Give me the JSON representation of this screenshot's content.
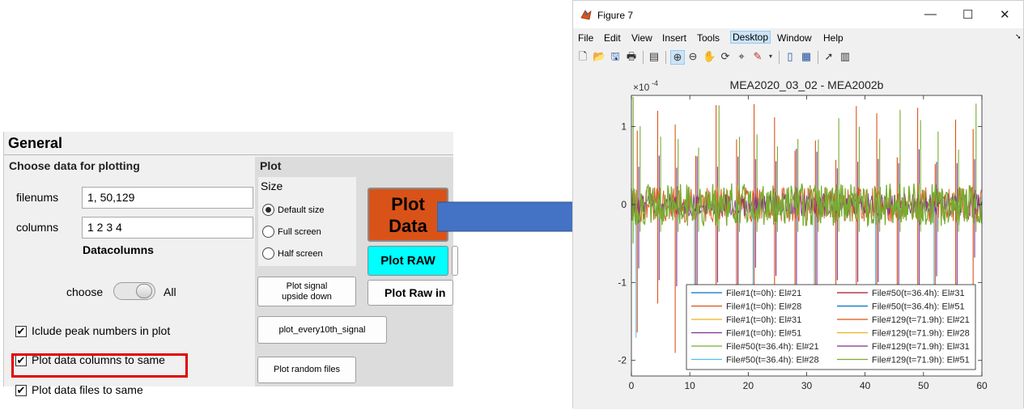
{
  "left_panel": {
    "title": "General",
    "choose_section": {
      "title": "Choose data for plotting",
      "filenums_label": "filenums",
      "filenums_value": "1, 50,129",
      "columns_label": "columns",
      "columns_value": "1  2  3  4",
      "datacolumns_label": "Datacolumns",
      "toggle_left": "choose",
      "toggle_right": "All",
      "checkboxes": [
        {
          "label": "Iclude peak numbers in plot",
          "checked": true
        },
        {
          "label": "Plot data columns to same",
          "checked": true
        },
        {
          "label": "Plot data files to same",
          "checked": true
        }
      ]
    },
    "plot_section": {
      "title": "Plot",
      "size": {
        "title": "Size",
        "options": [
          "Default size",
          "Full screen",
          "Half screen"
        ],
        "selected": "Default size"
      },
      "buttons": {
        "plot_data_line1": "Plot",
        "plot_data_line2": "Data",
        "plot_raw": "Plot RAW",
        "plot_raw_in": "Plot Raw in",
        "upside_down_line1": "Plot signal",
        "upside_down_line2": "upside down",
        "every10th": "plot_every10th_signal",
        "random_files": "Plot random files"
      }
    }
  },
  "colors": {
    "plot_data_button": "#d95319",
    "plot_raw_button": "#00ffff",
    "arrow": "#4472c4",
    "highlight": "#e00000"
  },
  "figure_window": {
    "title": "Figure 7",
    "controls": [
      "—",
      "☐",
      "✕"
    ],
    "menu": [
      "File",
      "Edit",
      "View",
      "Insert",
      "Tools",
      "Desktop",
      "Window",
      "Help"
    ],
    "active_menu": "Desktop",
    "toolbar_icons": [
      "new-figure-icon",
      "open-file-icon",
      "save-icon",
      "print-icon",
      "link-plot-icon",
      "zoom-in-icon",
      "zoom-out-icon",
      "pan-icon",
      "rotate-icon",
      "data-cursor-icon",
      "brush-icon",
      "colorbar-icon",
      "legend-icon",
      "edit-plot-icon",
      "property-inspector-icon"
    ]
  },
  "chart_data": {
    "type": "line",
    "title": "MEA2020_03_02 - MEA2002b",
    "exponent_label": "×10",
    "exponent_power": "-4",
    "xlim": [
      0,
      60
    ],
    "ylim": [
      -2.2,
      1.4
    ],
    "xticks": [
      0,
      10,
      20,
      30,
      40,
      50,
      60
    ],
    "yticks": [
      -2,
      -1,
      0,
      1
    ],
    "ytick_labels": [
      "-2",
      "-1",
      "0",
      "1"
    ],
    "spike_times": [
      1,
      4.5,
      7.5,
      11,
      14.5,
      18,
      21,
      24.5,
      28,
      31.5,
      35,
      38.5,
      42,
      45.5,
      49,
      52,
      55.5,
      58.5
    ],
    "series": [
      {
        "name": "File#1(t=0h): El#21",
        "color": "#0072bd"
      },
      {
        "name": "File#1(t=0h): El#28",
        "color": "#d95319"
      },
      {
        "name": "File#1(t=0h): El#31",
        "color": "#edb120"
      },
      {
        "name": "File#1(t=0h): El#51",
        "color": "#7e2f8e"
      },
      {
        "name": "File#50(t=36.4h): El#21",
        "color": "#77ac30"
      },
      {
        "name": "File#50(t=36.4h): El#28",
        "color": "#4dbeee"
      },
      {
        "name": "File#50(t=36.4h): El#31",
        "color": "#a2142f"
      },
      {
        "name": "File#50(t=36.4h): El#51",
        "color": "#0072bd"
      },
      {
        "name": "File#129(t=71.9h): El#21",
        "color": "#d95319"
      },
      {
        "name": "File#129(t=71.9h): El#28",
        "color": "#edb120"
      },
      {
        "name": "File#129(t=71.9h): El#31",
        "color": "#7e2f8e"
      },
      {
        "name": "File#129(t=71.9h): El#51",
        "color": "#77ac30"
      }
    ]
  }
}
